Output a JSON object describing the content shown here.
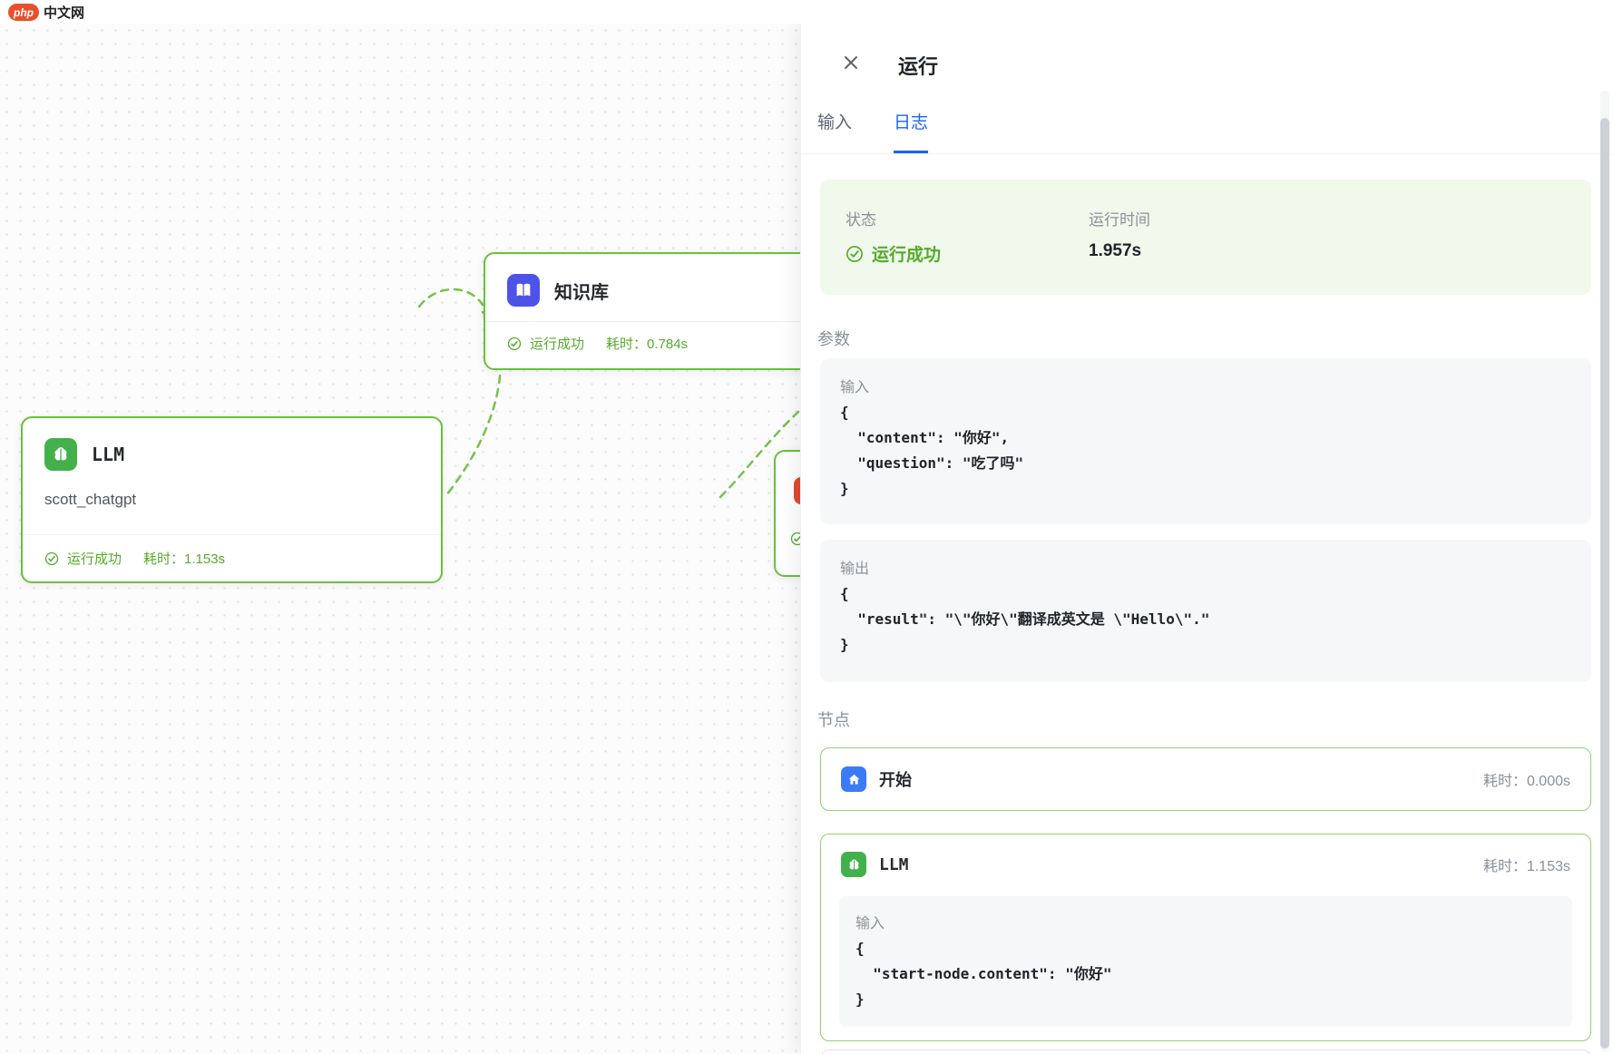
{
  "topbar": {
    "logo_badge": "php",
    "logo_text": "中文网"
  },
  "canvas": {
    "knowledge_node": {
      "title": "知识库",
      "status": "运行成功",
      "time": "耗时：0.784s"
    },
    "llm_node": {
      "title": "LLM",
      "subtitle": "scott_chatgpt",
      "status": "运行成功",
      "time": "耗时：1.153s"
    }
  },
  "drawer": {
    "title": "运行",
    "tabs": {
      "input": "输入",
      "log": "日志"
    },
    "status_card": {
      "status_label": "状态",
      "status_value": "运行成功",
      "runtime_label": "运行时间",
      "runtime_value": "1.957s"
    },
    "params_section_label": "参数",
    "param_input": {
      "label": "输入",
      "code": "{\n  \"content\": \"你好\",\n  \"question\": \"吃了吗\"\n}"
    },
    "param_output": {
      "label": "输出",
      "code": "{\n  \"result\": \"\\\"你好\\\"翻译成英文是 \\\"Hello\\\".\"\n}"
    },
    "nodes_section_label": "节点",
    "start_node": {
      "title": "开始",
      "time": "耗时：0.000s"
    },
    "llm_node": {
      "title": "LLM",
      "time": "耗时：1.153s",
      "input_label": "输入",
      "code": "{\n  \"start-node.content\": \"你好\"\n}"
    }
  },
  "colors": {
    "success_green": "#55ab2c",
    "node_border_green": "#67c23a",
    "active_tab_blue": "#1b64f2",
    "knowledge_icon_blue": "#4d53e8",
    "llm_icon_green": "#43b14b",
    "start_icon_blue": "#3b7bf6",
    "status_card_bg": "#f0f9eb",
    "code_card_bg": "#f6f7f8"
  }
}
